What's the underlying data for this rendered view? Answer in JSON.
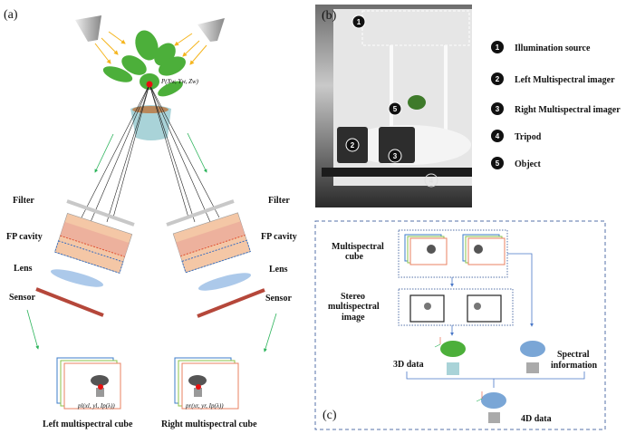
{
  "panel_a": {
    "tag": "(a)",
    "point_label": "P(Xw, Yw, Zw)",
    "filter_left": "Filter",
    "filter_right": "Filter",
    "fp_left": "FP cavity",
    "fp_right": "FP cavity",
    "lens_left": "Lens",
    "lens_right": "Lens",
    "sensor_left": "Sensor",
    "sensor_right": "Sensor",
    "left_point": "pl(xl, yl, Ip(λ))",
    "right_point": "pr(xr, yr, Ip(λ))",
    "left_cube": "Left multispectral cube",
    "right_cube": "Right multispectral cube"
  },
  "panel_b": {
    "tag": "(b)",
    "legend": [
      {
        "num": "1",
        "label": "Illumination source"
      },
      {
        "num": "2",
        "label": "Left Multispectral imager"
      },
      {
        "num": "3",
        "label": "Right Multispectral imager"
      },
      {
        "num": "4",
        "label": "Tripod"
      },
      {
        "num": "5",
        "label": "Object"
      }
    ]
  },
  "panel_c": {
    "tag": "(c)",
    "multispectral_cube_1": "Multispectral",
    "multispectral_cube_2": "cube",
    "stereo_1": "Stereo",
    "stereo_2": "multispectral",
    "stereo_3": "image",
    "data_3d": "3D data",
    "spectral_1": "Spectral",
    "spectral_2": "information",
    "data_4d": "4D data"
  },
  "colors": {
    "leaf": "#4caf3a",
    "sensor": "#b5473a",
    "fp": "#f4c7a6",
    "lens": "#9dbfe6",
    "dash": "#5572a8",
    "blue_plant": "#7aa6d6"
  }
}
